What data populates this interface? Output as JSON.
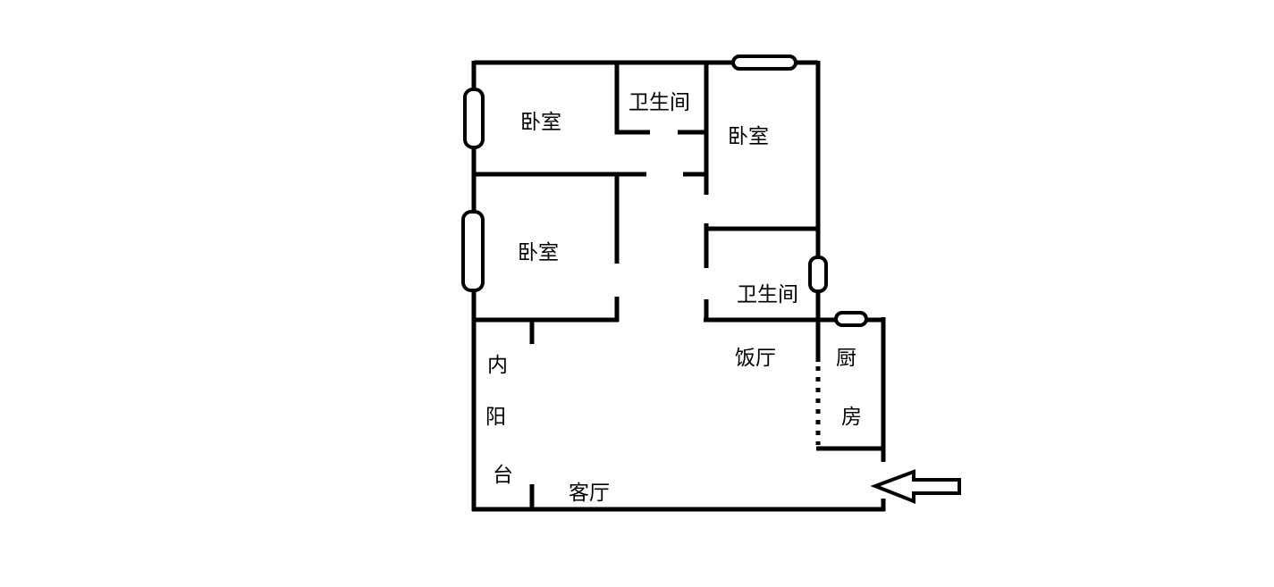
{
  "title": "Apartment floor plan",
  "rooms": {
    "bedroom_top_left": "卧室",
    "bathroom_top": "卫生间",
    "bedroom_right": "卧室",
    "bedroom_bottom_left": "卧室",
    "bathroom_right": "卫生间",
    "dining_room": "饭厅",
    "kitchen_1": "厨",
    "kitchen_2": "房",
    "balcony_1": "内",
    "balcony_2": "阳",
    "balcony_3": "台",
    "living_room": "客厅"
  },
  "entrance_icon": "arrow-left-icon"
}
